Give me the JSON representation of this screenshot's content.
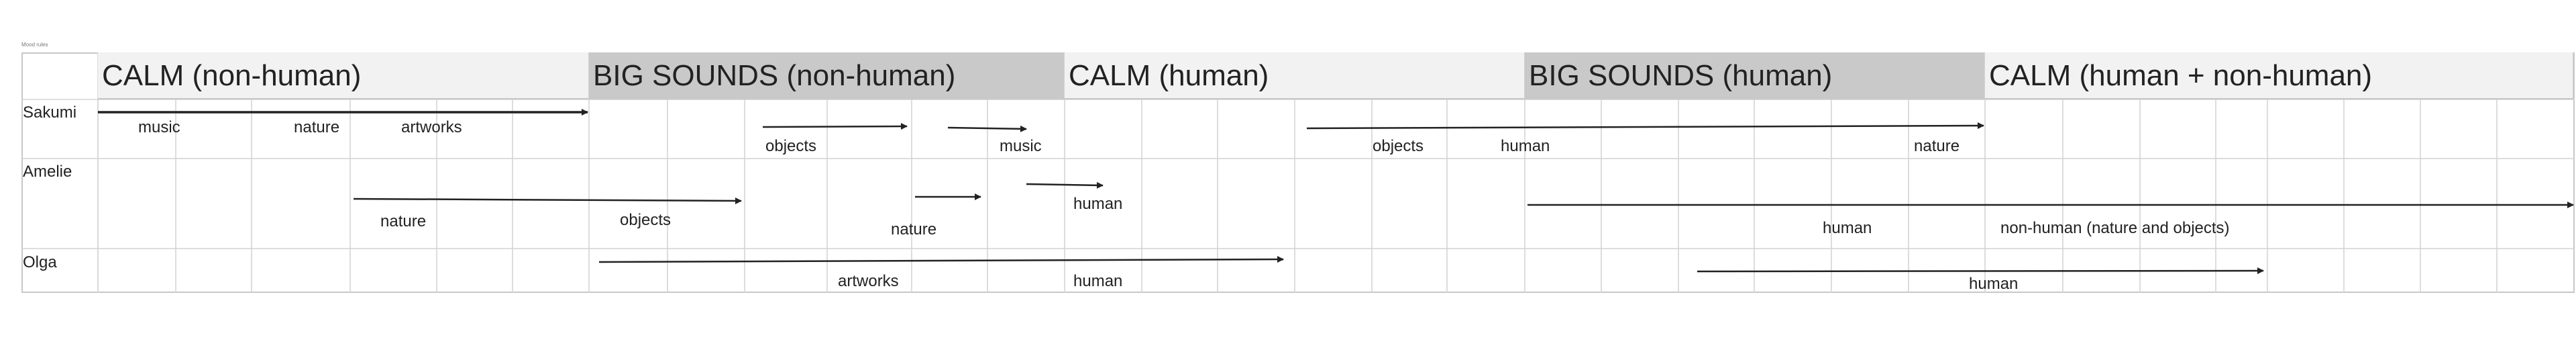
{
  "board": {
    "caption": "Mood rules"
  },
  "columns": [
    {
      "label": "CALM (non-human)",
      "shade": "light"
    },
    {
      "label": "BIG SOUNDS (non-human)",
      "shade": "dark"
    },
    {
      "label": "CALM (human)",
      "shade": "light"
    },
    {
      "label": "BIG SOUNDS (human)",
      "shade": "dark"
    },
    {
      "label": "CALM (human + non-human)",
      "shade": "light"
    }
  ],
  "rows": [
    {
      "name": "Sakumi",
      "labels": [
        "music",
        "nature",
        "artworks",
        "objects",
        "music",
        "objects",
        "human",
        "nature"
      ]
    },
    {
      "name": "Amelie",
      "labels": [
        "nature",
        "objects",
        "nature",
        "human",
        "human",
        "non-human (nature and objects)"
      ]
    },
    {
      "name": "Olga",
      "labels": [
        "artworks",
        "human",
        "human"
      ]
    }
  ],
  "colors": {
    "light_header": "#f2f2f2",
    "dark_header": "#c9c9c9",
    "grid_line": "#d2d2d2",
    "arrow": "#222222"
  }
}
